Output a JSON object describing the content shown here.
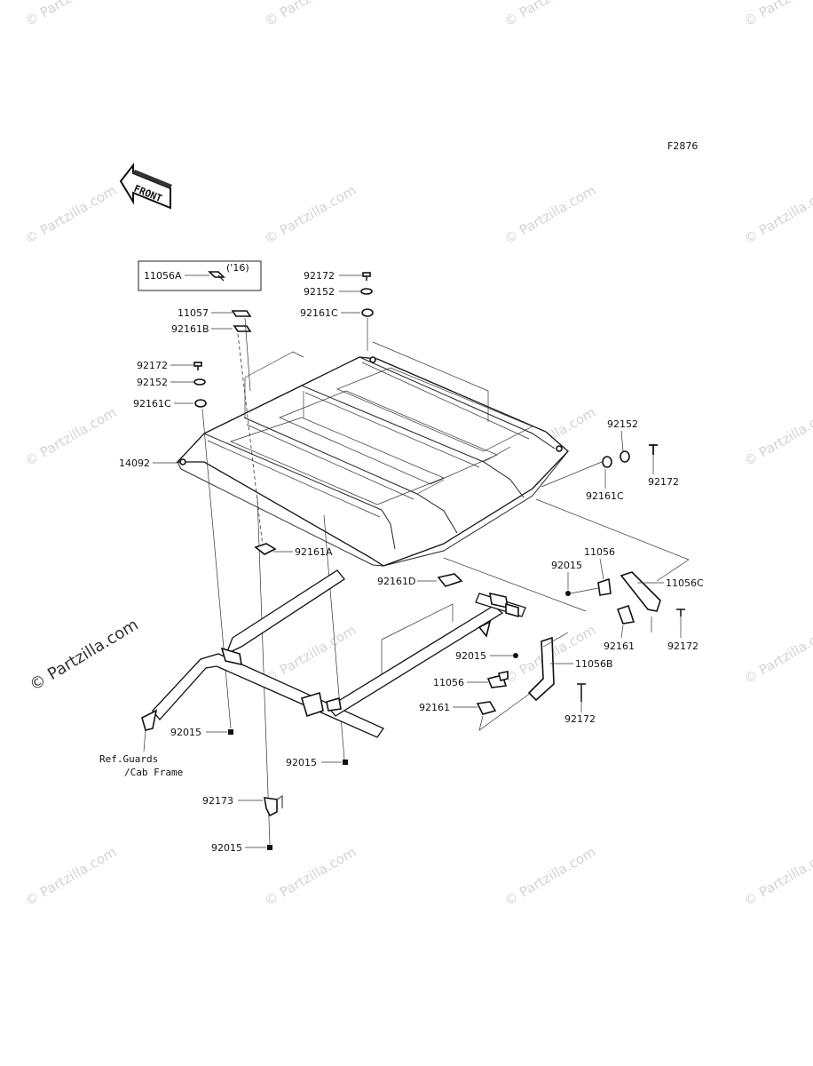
{
  "diagram_code": "F2876",
  "front_label": "FRONT",
  "watermark": "© Partzilla.com",
  "large_watermark": "© Partzilla.com",
  "callouts": {
    "c11056a": "11056A",
    "c11056a_note": "('16)",
    "c11057": "11057",
    "c92161b": "92161B",
    "c92172_a": "92172",
    "c92152_a": "92152",
    "c92161c_a": "92161C",
    "c14092": "14092",
    "c92172_top": "92172",
    "c92152_top": "92152",
    "c92161c_top": "92161C",
    "c92152_r": "92152",
    "c92172_r": "92172",
    "c92161c_r": "92161C",
    "c92161a": "92161A",
    "c92161d": "92161D",
    "c92015_r": "92015",
    "c11056_r": "11056",
    "c11056c": "11056C",
    "c92161_r": "92161",
    "c92172_r2": "92172",
    "c92015_m": "92015",
    "c11056b": "11056B",
    "c11056_m": "11056",
    "c92161_m": "92161",
    "c92172_m": "92172",
    "c92015_l": "92015",
    "c92015_c": "92015",
    "c92173": "92173",
    "c92015_b": "92015",
    "ref_line1": "Ref.Guards",
    "ref_line2": "/Cab Frame"
  }
}
